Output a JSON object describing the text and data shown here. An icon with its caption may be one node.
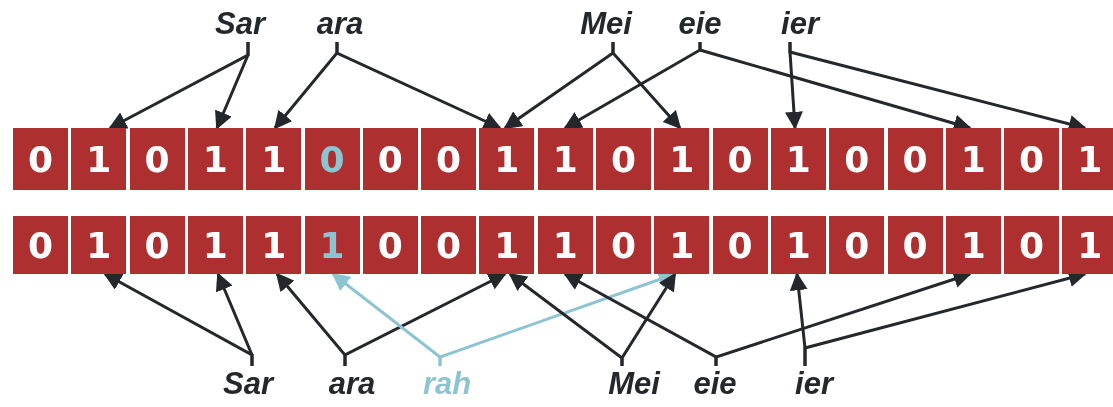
{
  "diagram": {
    "nodes": [
      {
        "text": [
          "Sar"
        ]
      },
      {
        "text": [
          "ara"
        ]
      },
      {
        "text": [
          "Mei"
        ]
      },
      {
        "text": [
          "eie"
        ]
      },
      {
        "text": [
          "ier"
        ]
      },
      {
        "text": [
          "0"
        ]
      },
      {
        "text": [
          "1"
        ]
      },
      {
        "text": [
          "0"
        ]
      },
      {
        "text": [
          "1"
        ]
      },
      {
        "text": [
          "1"
        ]
      },
      {
        "text": [
          "0"
        ]
      },
      {
        "text": [
          "0"
        ]
      },
      {
        "text": [
          "0"
        ]
      },
      {
        "text": [
          "1"
        ]
      },
      {
        "text": [
          "1"
        ]
      },
      {
        "text": [
          "0"
        ]
      },
      {
        "text": [
          "1"
        ]
      },
      {
        "text": [
          "0"
        ]
      },
      {
        "text": [
          "1"
        ]
      },
      {
        "text": [
          "0"
        ]
      },
      {
        "text": [
          "0"
        ]
      },
      {
        "text": [
          "1"
        ]
      },
      {
        "text": [
          "0"
        ]
      },
      {
        "text": [
          "1"
        ]
      },
      {
        "text": [
          "0"
        ]
      },
      {
        "text": [
          "1"
        ]
      },
      {
        "text": [
          "0"
        ]
      },
      {
        "text": [
          "1"
        ]
      },
      {
        "text": [
          "1"
        ]
      },
      {
        "text": [
          "1"
        ]
      },
      {
        "text": [
          "0"
        ]
      },
      {
        "text": [
          "0"
        ]
      },
      {
        "text": [
          "1"
        ]
      },
      {
        "text": [
          "1"
        ]
      },
      {
        "text": [
          "0"
        ]
      },
      {
        "text": [
          "1"
        ]
      },
      {
        "text": [
          "0"
        ]
      },
      {
        "text": [
          "1"
        ]
      },
      {
        "text": [
          "0"
        ]
      },
      {
        "text": [
          "0"
        ]
      },
      {
        "text": [
          "1"
        ]
      },
      {
        "text": [
          "0"
        ]
      },
      {
        "text": [
          "1"
        ]
      },
      {
        "text": [
          "Sar"
        ]
      },
      {
        "text": [
          "ara"
        ]
      },
      {
        "text": [
          "rah"
        ]
      },
      {
        "text": [
          "Mei"
        ]
      },
      {
        "text": [
          "eie"
        ]
      },
      {
        "text": [
          "ier"
        ]
      }
    ],
    "edges": [
      {
        "from": 0,
        "to": 6,
        "arrow": "to"
      },
      {
        "from": 0,
        "to": 8,
        "arrow": "to"
      },
      {
        "from": 1,
        "to": 9,
        "arrow": "to"
      },
      {
        "from": 1,
        "to": 13,
        "arrow": "to"
      },
      {
        "from": 2,
        "to": 13,
        "arrow": "to"
      },
      {
        "from": 2,
        "to": 16,
        "arrow": "to"
      },
      {
        "from": 3,
        "to": 14,
        "arrow": "to"
      },
      {
        "from": 3,
        "to": 21,
        "arrow": "to"
      },
      {
        "from": 4,
        "to": 18,
        "arrow": "to"
      },
      {
        "from": 4,
        "to": 23,
        "arrow": "to"
      },
      {
        "from": 43,
        "to": 25,
        "arrow": "to"
      },
      {
        "from": 43,
        "to": 27,
        "arrow": "to"
      },
      {
        "from": 44,
        "to": 28,
        "arrow": "to"
      },
      {
        "from": 44,
        "to": 32,
        "arrow": "to"
      },
      {
        "from": 45,
        "to": 29,
        "arrow": "to",
        "color": "#8cc4d2"
      },
      {
        "from": 45,
        "to": 35,
        "arrow": "to",
        "color": "#8cc4d2"
      },
      {
        "from": 46,
        "to": 32,
        "arrow": "to"
      },
      {
        "from": 46,
        "to": 35,
        "arrow": "to"
      },
      {
        "from": 47,
        "to": 33,
        "arrow": "to"
      },
      {
        "from": 47,
        "to": 40,
        "arrow": "to"
      },
      {
        "from": 48,
        "to": 37,
        "arrow": "to"
      },
      {
        "from": 48,
        "to": 42,
        "arrow": "to"
      }
    ]
  }
}
